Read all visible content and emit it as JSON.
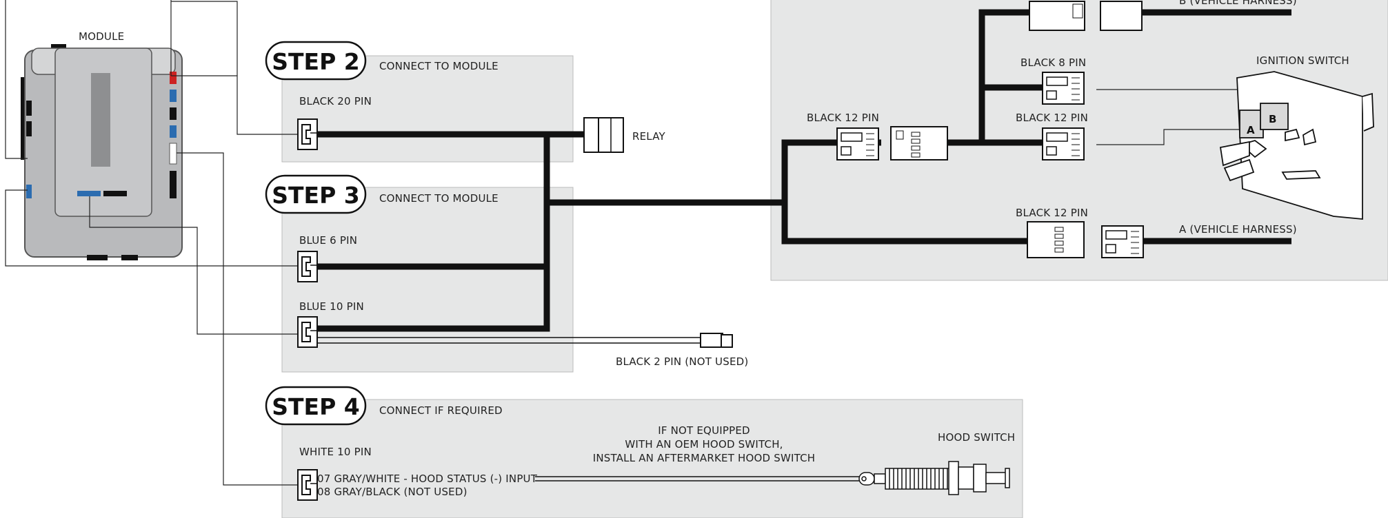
{
  "module": {
    "label": "MODULE"
  },
  "steps": [
    {
      "badge": "STEP 2",
      "title": "CONNECT TO MODULE"
    },
    {
      "badge": "STEP 3",
      "title": "CONNECT TO MODULE"
    },
    {
      "badge": "STEP 4",
      "title": "CONNECT IF REQUIRED"
    }
  ],
  "step2": {
    "connector": "BLACK 20 PIN",
    "relay": "RELAY"
  },
  "step3": {
    "conn1": "BLUE 6 PIN",
    "conn2": "BLUE 10 PIN",
    "unused": "BLACK 2 PIN (NOT USED)"
  },
  "step4": {
    "connector": "WHITE 10 PIN",
    "pin07": "07 GRAY/WHITE - HOOD STATUS (-) INPUT",
    "pin08": "08 GRAY/BLACK (NOT USED)",
    "note": [
      "IF NOT EQUIPPED",
      "WITH AN OEM HOOD SWITCH,",
      "INSTALL AN AFTERMARKET HOOD SWITCH"
    ],
    "hood_switch": "HOOD SWITCH"
  },
  "harness": {
    "b_vehicle": "B (VEHICLE HARNESS)",
    "black8": "BLACK 8 PIN",
    "black12_top": "BLACK 12 PIN",
    "black12_left": "BLACK 12 PIN",
    "black12_bottom": "BLACK 12 PIN",
    "a_vehicle": "A (VEHICLE HARNESS)",
    "ignition": "IGNITION SWITCH",
    "plug_a": "A",
    "plug_b": "B"
  },
  "colors": {
    "panel": "#e5e6e6",
    "wire": "#111111",
    "blue": "#2b6cb0",
    "red": "#cc2222"
  }
}
